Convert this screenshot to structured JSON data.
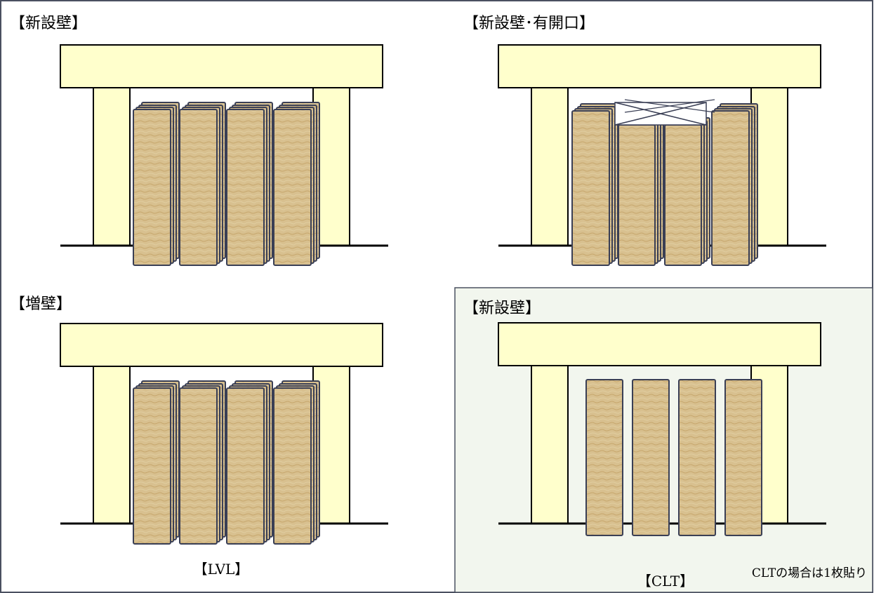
{
  "colors": {
    "frame_fill": "#ffffcc",
    "line": "#000000",
    "panel_edge": "#4a5060",
    "highlight_bg": "#f2f6ee",
    "board_fill": "#d6bd8c",
    "board_stroke": "#3a3f55",
    "board_grain": "#c7a86e"
  },
  "panels": [
    {
      "title": "【新設壁】",
      "variant": "layered",
      "caption": "",
      "note": ""
    },
    {
      "title": "【新設壁･有開口】",
      "variant": "opening",
      "caption": "",
      "note": ""
    },
    {
      "title": "【増壁】",
      "variant": "layered",
      "caption": "【LVL】",
      "note": ""
    },
    {
      "title": "【新設壁】",
      "variant": "single",
      "caption": "【CLT】",
      "note": "CLTの場合は1枚貼り",
      "highlighted": true
    }
  ]
}
